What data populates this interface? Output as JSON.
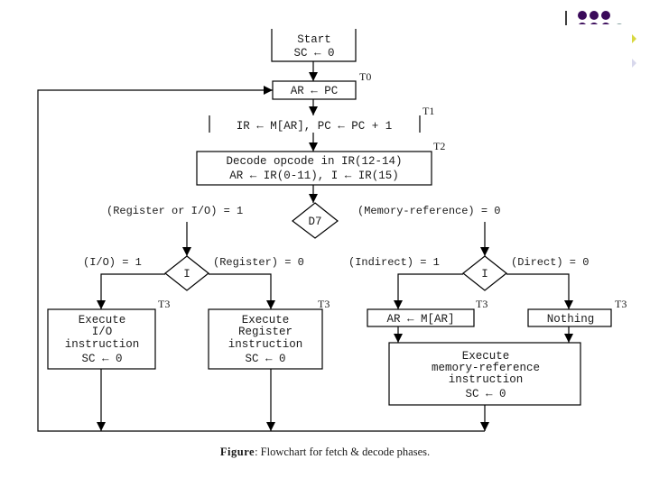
{
  "decoration": {
    "dot_color": "#3a0a5a",
    "accent_dot_color": "#7a9a98",
    "triangle_top_color": "#d8d840",
    "triangle_bottom_color": "#d8d8ec"
  },
  "flowchart": {
    "start": {
      "line1": "Start",
      "line2": "SC ← 0"
    },
    "t0": {
      "label": "T0",
      "text": "AR ← PC"
    },
    "t1": {
      "label": "T1",
      "text": "IR ← M[AR], PC ← PC + 1"
    },
    "t2": {
      "label": "T2",
      "line1": "Decode opcode in IR(12-14)",
      "line2": "AR ← IR(0-11), I ← IR(15)"
    },
    "d7": {
      "text": "D7",
      "left_condition": "(Register or I/O) = 1",
      "right_condition": "(Memory-reference) = 0"
    },
    "left_i": {
      "text": "I",
      "left_condition": "(I/O) = 1",
      "right_condition": "(Register) = 0"
    },
    "right_i": {
      "text": "I",
      "left_condition": "(Indirect) = 1",
      "right_condition": "(Direct) = 0"
    },
    "exec_io": {
      "label": "T3",
      "line1": "Execute",
      "line2": "I/O",
      "line3": "instruction",
      "line4": "SC ← 0"
    },
    "exec_reg": {
      "label": "T3",
      "line1": "Execute",
      "line2": "Register",
      "line3": "instruction",
      "line4": "SC ← 0"
    },
    "indirect": {
      "label": "T3",
      "text": "AR ← M[AR]"
    },
    "direct": {
      "label": "T3",
      "text": "Nothing"
    },
    "exec_mem": {
      "line1": "Execute",
      "line2": "memory-reference",
      "line3": "instruction",
      "line4": "SC ← 0"
    }
  },
  "caption": {
    "prefix": "Figure",
    "text": ":  Flowchart for fetch & decode phases."
  }
}
